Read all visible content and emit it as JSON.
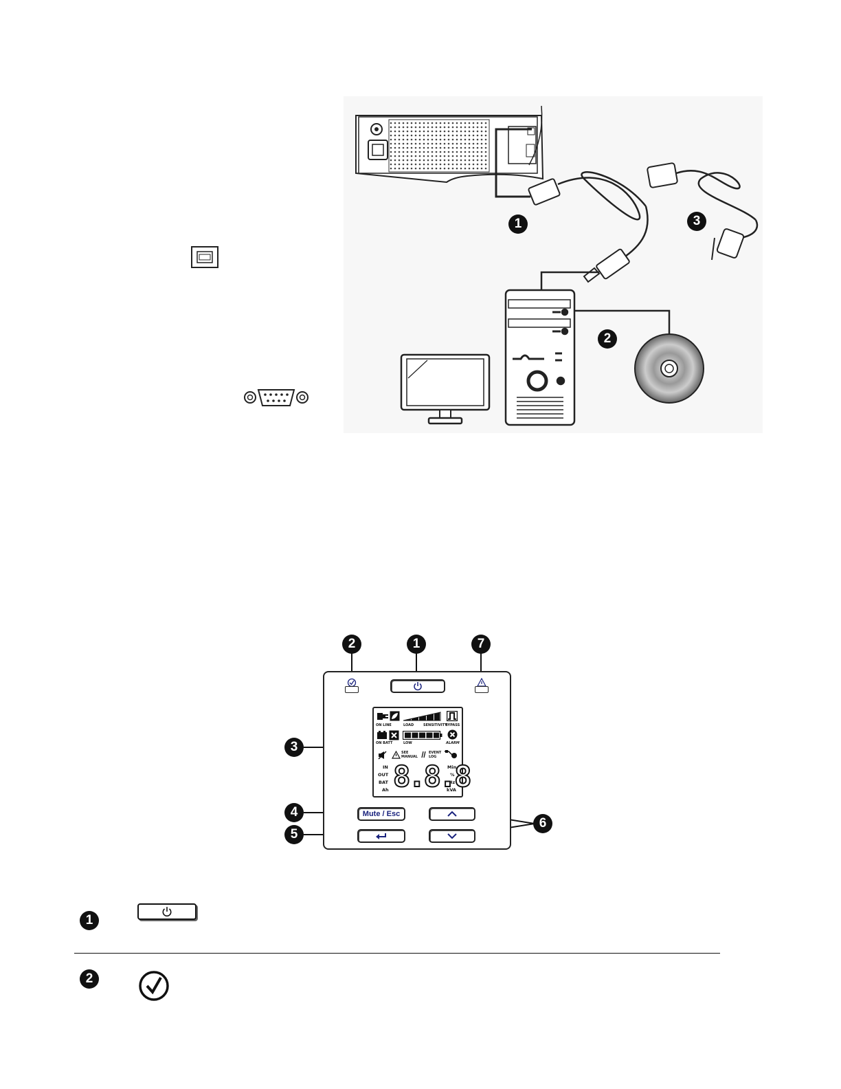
{
  "callouts": {
    "connection": [
      "1",
      "2",
      "3"
    ],
    "panel": [
      "1",
      "2",
      "3",
      "4",
      "5",
      "6",
      "7"
    ],
    "table": [
      "1",
      "2"
    ]
  },
  "lcd": {
    "on_line": "ON LINE",
    "load": "LOAD",
    "sensitivity": "SENSITIVITY",
    "bypass": "BYPASS",
    "on_batt": "ON BATT",
    "low": "LOW",
    "alarm": "ALARM",
    "see": "SEE",
    "manual": "MANUAL",
    "event": "EVENT",
    "log": "LOG",
    "in": "IN",
    "out": "OUT",
    "bat": "BAT",
    "ah": "Ah",
    "min": "Min",
    "percent": "%",
    "hz": "Hz",
    "kva": "kVA",
    "digits": "8.8.8"
  },
  "buttons": {
    "mute_esc": "Mute / Esc"
  },
  "colors": {
    "button_text": "#1a237e",
    "ink": "#111111"
  }
}
